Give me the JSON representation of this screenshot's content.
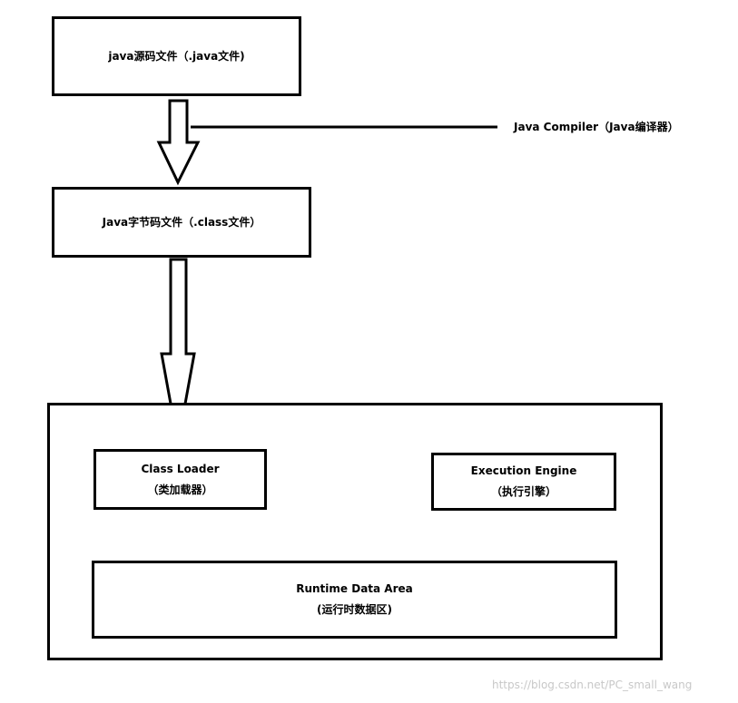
{
  "nodes": {
    "source": {
      "text": "java源码文件（.java文件)"
    },
    "bytecode": {
      "text": "Java字节码文件（.class文件）"
    },
    "class_loader": {
      "line1": "Class Loader",
      "line2": "（类加载器）"
    },
    "execution_engine": {
      "line1": "Execution Engine",
      "line2": "（执行引擎）"
    },
    "runtime_data_area": {
      "line1": "Runtime Data Area",
      "line2": "(运行时数据区)"
    }
  },
  "annotations": {
    "compiler": "Java Compiler（Java编译器）"
  },
  "watermark": "https://blog.csdn.net/PC_small_wang",
  "colors": {
    "stroke": "#000000",
    "background": "#ffffff",
    "watermark": "#c8c8c8"
  }
}
